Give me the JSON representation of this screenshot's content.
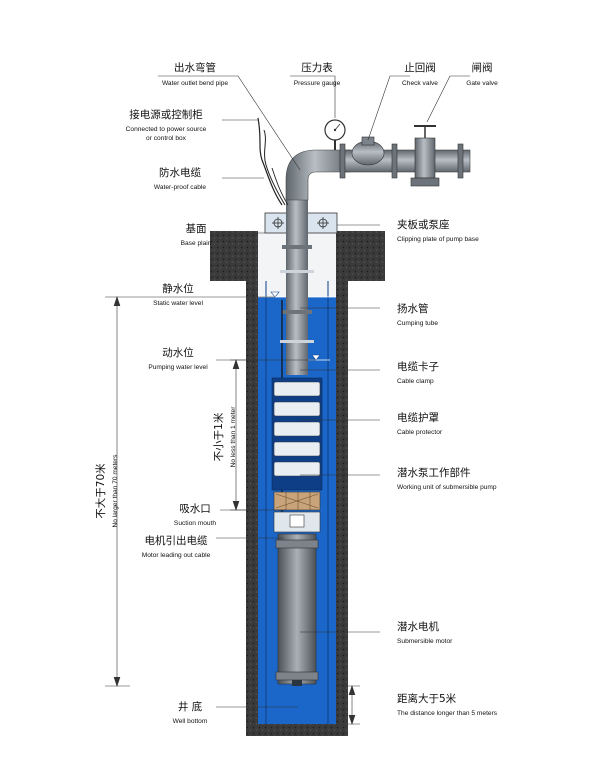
{
  "labels": {
    "outlet_bend_pipe": {
      "cn": "出水弯管",
      "en": "Water outlet bend pipe"
    },
    "pressure_gauge": {
      "cn": "压力表",
      "en": "Pressure gauge"
    },
    "check_valve": {
      "cn": "止回阀",
      "en": "Check valve"
    },
    "gate_valve": {
      "cn": "闸阀",
      "en": "Gate valve"
    },
    "power_source": {
      "cn": "接电源或控制柜",
      "en1": "Connected to power source",
      "en2": "or control box"
    },
    "waterproof_cable": {
      "cn": "防水电缆",
      "en": "Water-proof cable"
    },
    "base_plain": {
      "cn": "基面",
      "en": "Base plain"
    },
    "clipping_plate": {
      "cn": "夹板或泵座",
      "en": "Clipping plate of pump base"
    },
    "static_water_level": {
      "cn": "静水位",
      "en": "Static water level"
    },
    "pumping_tube": {
      "cn": "扬水管",
      "en": "Cumping tube"
    },
    "pumping_water_level": {
      "cn": "动水位",
      "en": "Pumping water level"
    },
    "cable_clamp": {
      "cn": "电缆卡子",
      "en": "Cable clamp"
    },
    "cable_protector": {
      "cn": "电缆护罩",
      "en": "Cable protector"
    },
    "working_unit": {
      "cn": "潜水泵工作部件",
      "en": "Working unit of submersible pump"
    },
    "suction_mouth": {
      "cn": "吸水口",
      "en": "Suction mouth"
    },
    "motor_cable": {
      "cn": "电机引出电缆",
      "en": "Motor leading out cable"
    },
    "submersible_motor": {
      "cn": "潜水电机",
      "en": "Submersible motor"
    },
    "well_bottom": {
      "cn": "井 底",
      "en": "Well bottom"
    },
    "distance_5m": {
      "cn": "距离大于5米",
      "en": "The distance longer than 5 meters"
    }
  },
  "dimensions": {
    "not_less_1m": {
      "cn": "不小于1米",
      "en": "No less than 1 meter"
    },
    "not_more_70m": {
      "cn": "不大于70米",
      "en": "No larger than 70 meters"
    }
  },
  "colors": {
    "water": "#1b66c9",
    "well_wall": "#2d2d2d",
    "pipe": "#8e959c",
    "base_plate": "#d9e4ee"
  }
}
